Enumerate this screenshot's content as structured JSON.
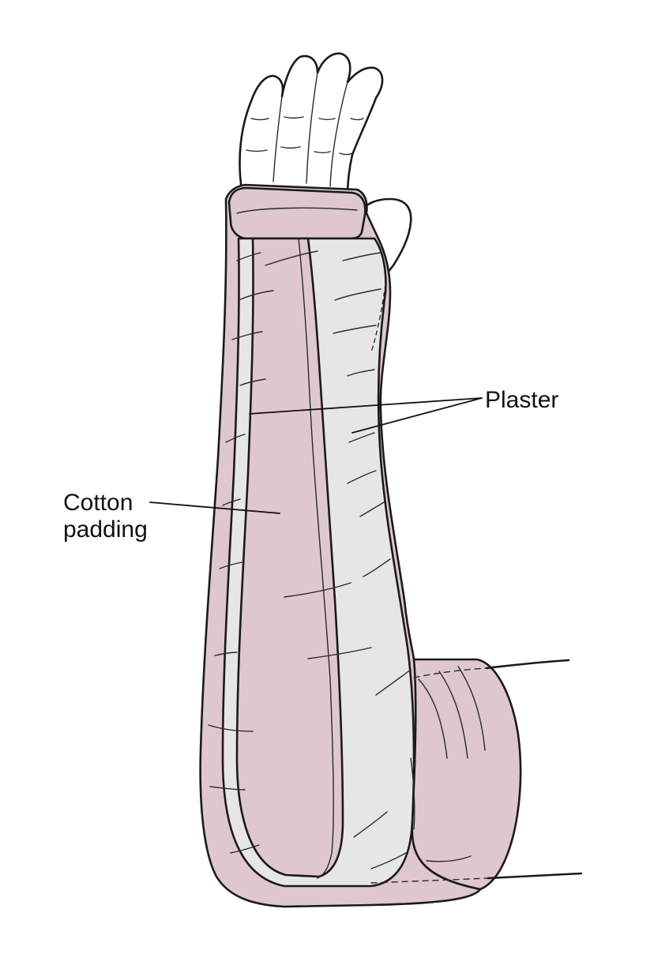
{
  "diagram": {
    "labels": {
      "plaster": "Plaster",
      "cotton_line1": "Cotton",
      "cotton_line2": "padding"
    },
    "colors": {
      "padding": "#dec7cf",
      "plaster": "#e6e6e6",
      "skin": "#ffffff",
      "outline": "#1a1a1a"
    }
  }
}
